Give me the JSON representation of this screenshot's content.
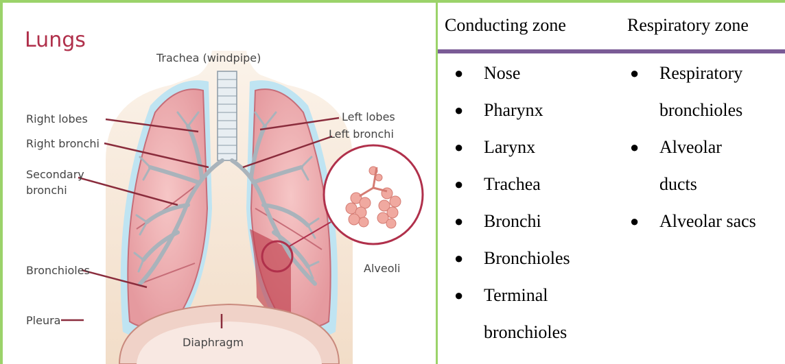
{
  "diagram": {
    "title": "Lungs",
    "labels": {
      "trachea": "Trachea (windpipe)",
      "right_lobes": "Right lobes",
      "left_lobes": "Left lobes",
      "right_bronchi": "Right bronchi",
      "left_bronchi": "Left bronchi",
      "secondary_bronchi_1": "Secondary",
      "secondary_bronchi_2": "bronchi",
      "alveoli": "Alveoli",
      "bronchioles": "Bronchioles",
      "pleura": "Pleura",
      "diaphragm": "Diaphragm"
    }
  },
  "table": {
    "headers": [
      "Conducting zone",
      "Respiratory zone"
    ],
    "conducting": [
      "Nose",
      "Pharynx",
      "Larynx",
      "Trachea",
      "Bronchi",
      "Bronchioles",
      "Terminal",
      "bronchioles"
    ],
    "respiratory": [
      "Respiratory",
      "bronchioles",
      "Alveolar",
      "ducts",
      "Alveolar sacs"
    ]
  }
}
